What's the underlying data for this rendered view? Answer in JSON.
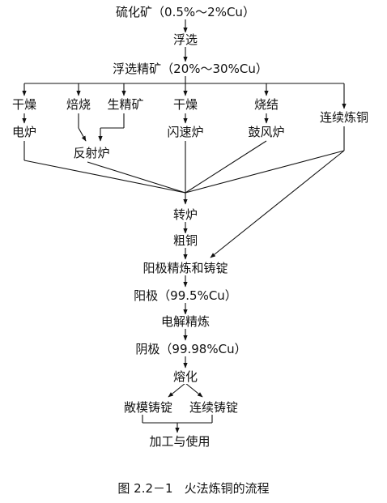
{
  "nodes": {
    "sulfide_ore": "硫化矿（0.5%～2%Cu）",
    "flotation": "浮选",
    "concentrate": "浮选精矿（20%～30%Cu）",
    "dry1": "干燥",
    "roast": "焙烧",
    "raw_concentrate": "生精矿",
    "dry2": "干燥",
    "sinter": "烧结",
    "continuous_smelting": "连续炼铜",
    "electric_furnace": "电炉",
    "flash_furnace": "闪速炉",
    "blast_furnace": "鼓风炉",
    "reverberatory_furnace": "反射炉",
    "converter": "转炉",
    "blister_copper": "粗铜",
    "anode_refining": "阳极精炼和铸锭",
    "anode": "阳极（99.5%Cu）",
    "electrorefining": "电解精炼",
    "cathode": "阴极（99.98%Cu）",
    "melting": "熔化",
    "open_mold_casting": "敞模铸锭",
    "continuous_casting": "连续铸锭",
    "processing_use": "加工与使用"
  },
  "caption": {
    "number": "图 2.2－1",
    "title": "火法炼铜的流程"
  },
  "colors": {
    "line": "#111111",
    "text": "#111111"
  }
}
